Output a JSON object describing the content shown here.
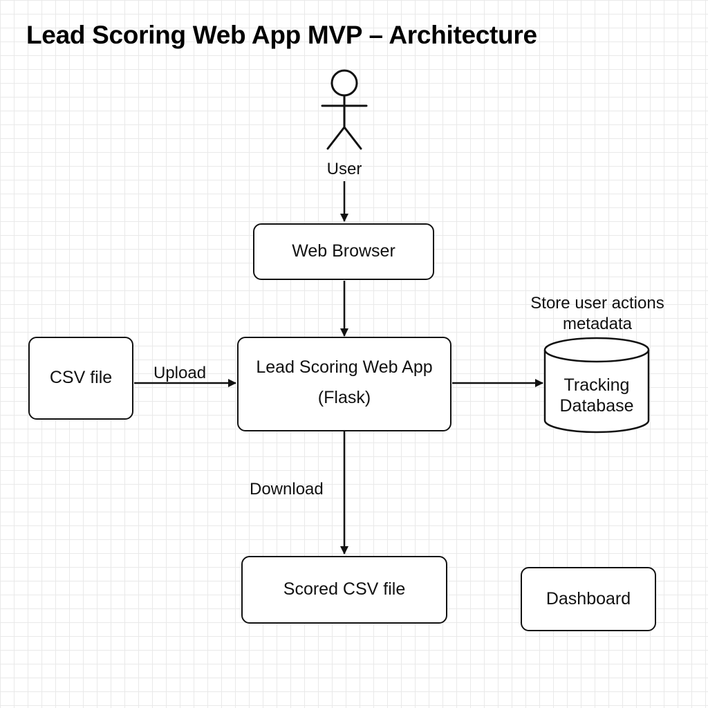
{
  "title": "Lead Scoring Web App MVP – Architecture",
  "actor": {
    "label": "User"
  },
  "nodes": {
    "web_browser": "Web Browser",
    "csv_file": "CSV file",
    "web_app": {
      "line1": "Lead Scoring Web App",
      "line2": "(Flask)"
    },
    "tracking_db": {
      "line1": "Tracking",
      "line2": "Database"
    },
    "scored_csv": "Scored CSV file",
    "dashboard": "Dashboard"
  },
  "edges": {
    "upload": "Upload",
    "download": "Download",
    "store": {
      "line1": "Store user actions",
      "line2": "metadata"
    }
  },
  "colors": {
    "stroke": "#111111",
    "grid": "#e9e9e9",
    "background": "#ffffff"
  }
}
